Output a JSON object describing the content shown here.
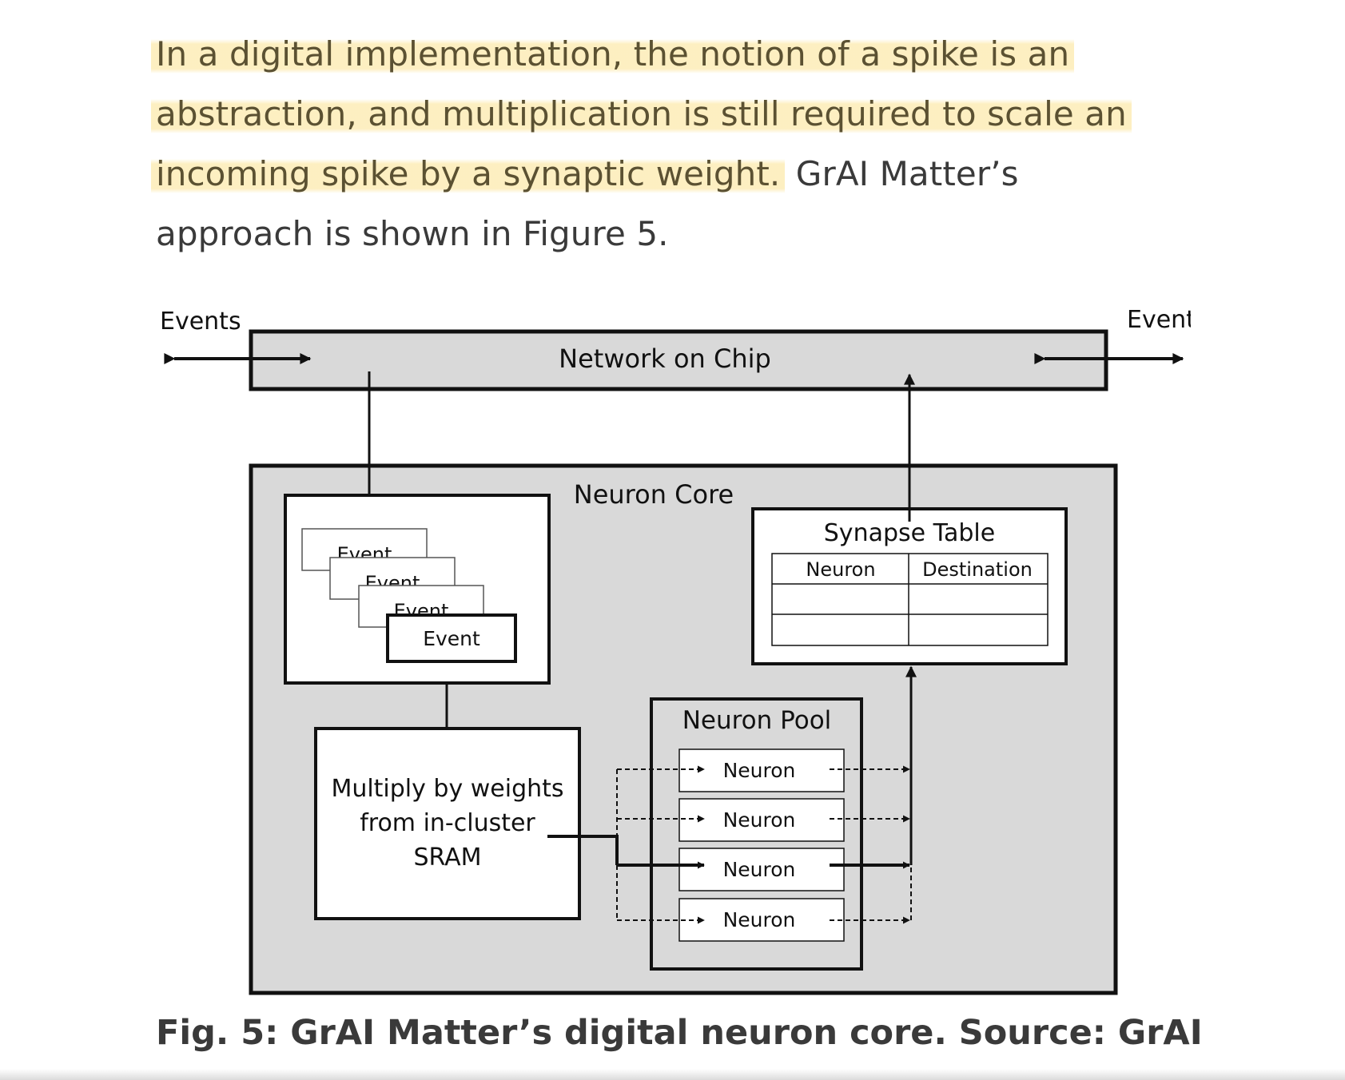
{
  "article": {
    "highlighted_text": "In a digital implementation, the notion of a spike is an abstraction, and multiplication is still required to scale an incoming spike by a synaptic weight.",
    "plain_text": " GrAI Matter’s approach is shown in Figure 5."
  },
  "figure": {
    "events_left": "Events",
    "events_right": "Events",
    "network_on_chip": "Network on Chip",
    "neuron_core": "Neuron Core",
    "event_stack": [
      "Event",
      "Event",
      "Event",
      "Event"
    ],
    "multiply_lines": [
      "Multiply by weights",
      "from in-cluster",
      "SRAM"
    ],
    "neuron_pool": "Neuron Pool",
    "neurons": [
      "Neuron",
      "Neuron",
      "Neuron",
      "Neuron"
    ],
    "synapse_table": {
      "title": "Synapse Table",
      "headers": [
        "Neuron",
        "Destination"
      ]
    },
    "colors": {
      "fill_grey": "#d9d9d9",
      "highlight": "#fdeebe",
      "stroke": "#111111"
    }
  },
  "caption": "Fig. 5: GrAI Matter’s digital neuron core. Source: GrAI"
}
